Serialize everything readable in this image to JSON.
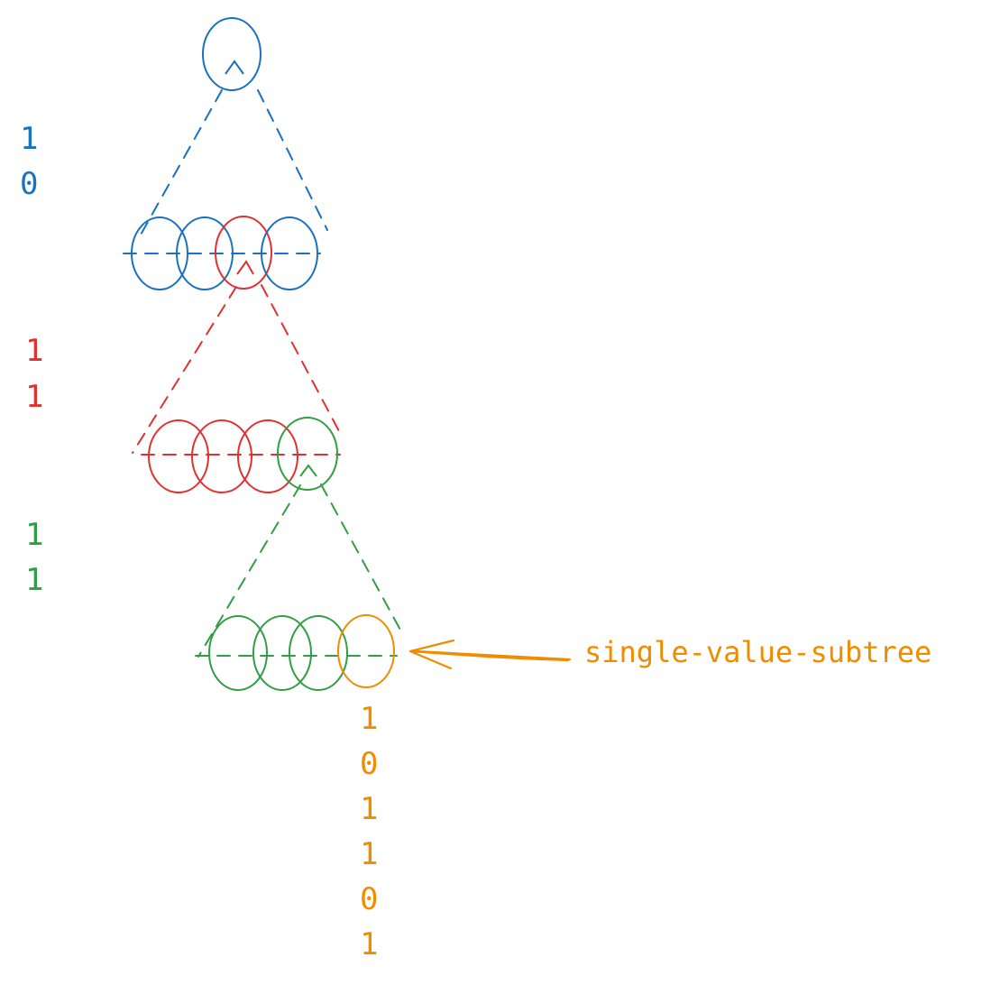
{
  "colors": {
    "level_1": "#1971c2",
    "level_2": "#e03131",
    "level_3": "#2f9e44",
    "leaf": "#f08c00"
  },
  "levels": [
    {
      "bits": [
        "1",
        "0"
      ],
      "color": "#1971c2",
      "node_count": 4,
      "highlighted_index": 2
    },
    {
      "bits": [
        "1",
        "1"
      ],
      "color": "#e03131",
      "node_count": 4,
      "highlighted_index": 3
    },
    {
      "bits": [
        "1",
        "1"
      ],
      "color": "#2f9e44",
      "node_count": 4,
      "highlighted_index": 3
    }
  ],
  "leaf_bits": [
    "1",
    "0",
    "1",
    "1",
    "0",
    "1"
  ],
  "annotation": {
    "label": "single-value-subtree"
  }
}
